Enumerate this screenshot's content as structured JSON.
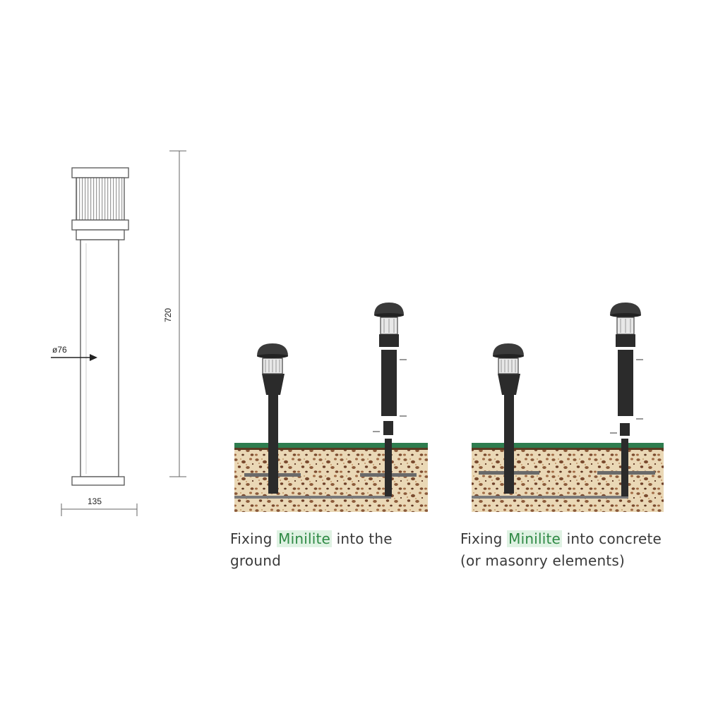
{
  "dimensions": {
    "height_label": "720",
    "width_label": "135",
    "diameter_label": "ø76"
  },
  "captions": {
    "ground": {
      "prefix": "Fixing ",
      "highlight": "Minilite",
      "line1_suffix": " into the",
      "line2": "ground"
    },
    "concrete": {
      "prefix": "Fixing ",
      "highlight": "Minilite",
      "line1_suffix": " into concrete",
      "line2": "(or masonry elements)"
    }
  },
  "colors": {
    "highlight_bg": "#dff2e3",
    "highlight_text": "#2f8a45",
    "grass": "#2e7d4f",
    "soil": "#ead7b4",
    "lamp_body": "#2b2b2b"
  }
}
